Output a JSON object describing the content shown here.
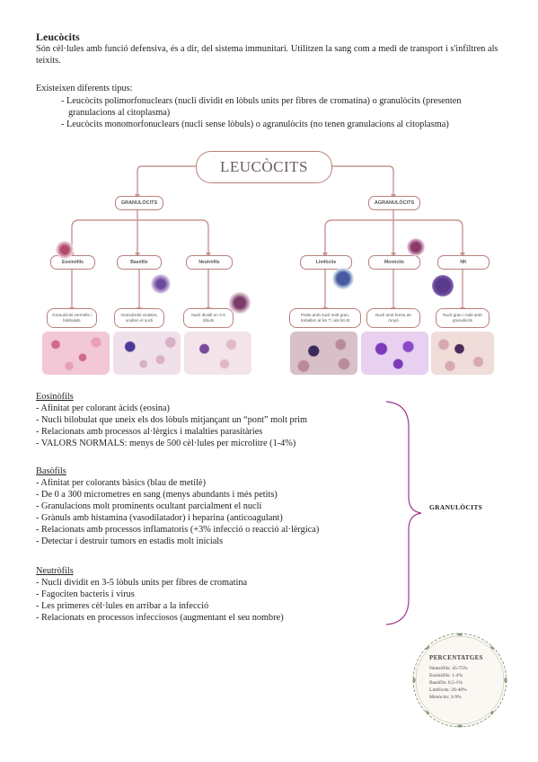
{
  "title": "Leucòcits",
  "intro": "Són cèl·lules amb funció defensiva, és a dir, del sistema immunitari. Utilitzen la sang com a medi de transport i s'infiltren als teixits.",
  "types_intro": "Existeixen diferents tipus:",
  "types": [
    "- Leucòcits polimorfonuclears (nucli dividit en lòbuls units per fibres de cromatina) o granulòcits (presenten granulacions al citoplasma)",
    "- Leucòcits monomorfonuclears (nucli sense lòbuls) o agranulòcits (no tenen granulacions al citoplasma)"
  ],
  "diagram": {
    "main": "LEUCÒCITS",
    "granulocits": "GRANULÒCITS",
    "agranulocits": "AGRANULÒCITS",
    "cells": [
      {
        "name": "Eosinòfils",
        "desc": "Granulòcits vermells i bilobulats"
      },
      {
        "name": "Basòfils",
        "desc": "Granulòcits violetes, oculten el nucli"
      },
      {
        "name": "Neutròfils",
        "desc": "Nucli dividit en 4-5 lòbuls"
      },
      {
        "name": "Limfòcits",
        "desc": "Petits amb nucli molt gran, treballen al lim T i als lim B"
      },
      {
        "name": "Monòcits",
        "desc": "Nucli amb forma de ronyó"
      },
      {
        "name": "NK",
        "desc": "Nucli gran i rodó amb granulòcits"
      }
    ]
  },
  "eosinofils": {
    "heading": "Eosinòfils",
    "items": [
      "- Afinitat per colorant àcids (eosina)",
      "- Nucli bilobulat que uneix els dos lòbuls mitjançant un “pont” molt prim",
      "- Relacionats amb processos al·lèrgics i malalties parasitàries",
      "- VALORS NORMALS: menys de 500 cèl·lules per microlitre (1-4%)"
    ]
  },
  "basofils": {
    "heading": "Basòfils",
    "items": [
      "- Afinitat per colorants bàsics (blau de metilè)",
      "- De 0 a 300 micrometres en sang (menys abundants i més petits)",
      "- Granulacions molt prominents ocultant parcialment el nucli",
      "- Grànuls amb histamina (vasodilatador) i heparina (anticoagulant)",
      "- Relacionats amb processos inflamatoris (+3% infecció o reacció al·lèrgica)",
      "- Detectar i destruir tumors en estadis molt inicials"
    ]
  },
  "neutrofils": {
    "heading": "Neutròfils",
    "items": [
      "- Nucli dividit en 3-5 lòbuls units per fibres de cromatina",
      "- Fagociten bacteris i virus",
      "- Les primeres cèl·lules en arribar a la infecció",
      "- Relacionats en processos infecciosos (augmentant el seu nombre)"
    ]
  },
  "brace_label": "GRANULÒCITS",
  "percentatges": {
    "title": "PERCENTATGES",
    "items": [
      "Neutròfils: 45-75%",
      "Eosinòfils: 1-4%",
      "Basòfils: 0,5-1%",
      "Limfòcits: 20-40%",
      "Monòcits: 3-9%"
    ]
  },
  "colors": {
    "accent": "#b9807c",
    "brace": "#9b3a8e"
  }
}
